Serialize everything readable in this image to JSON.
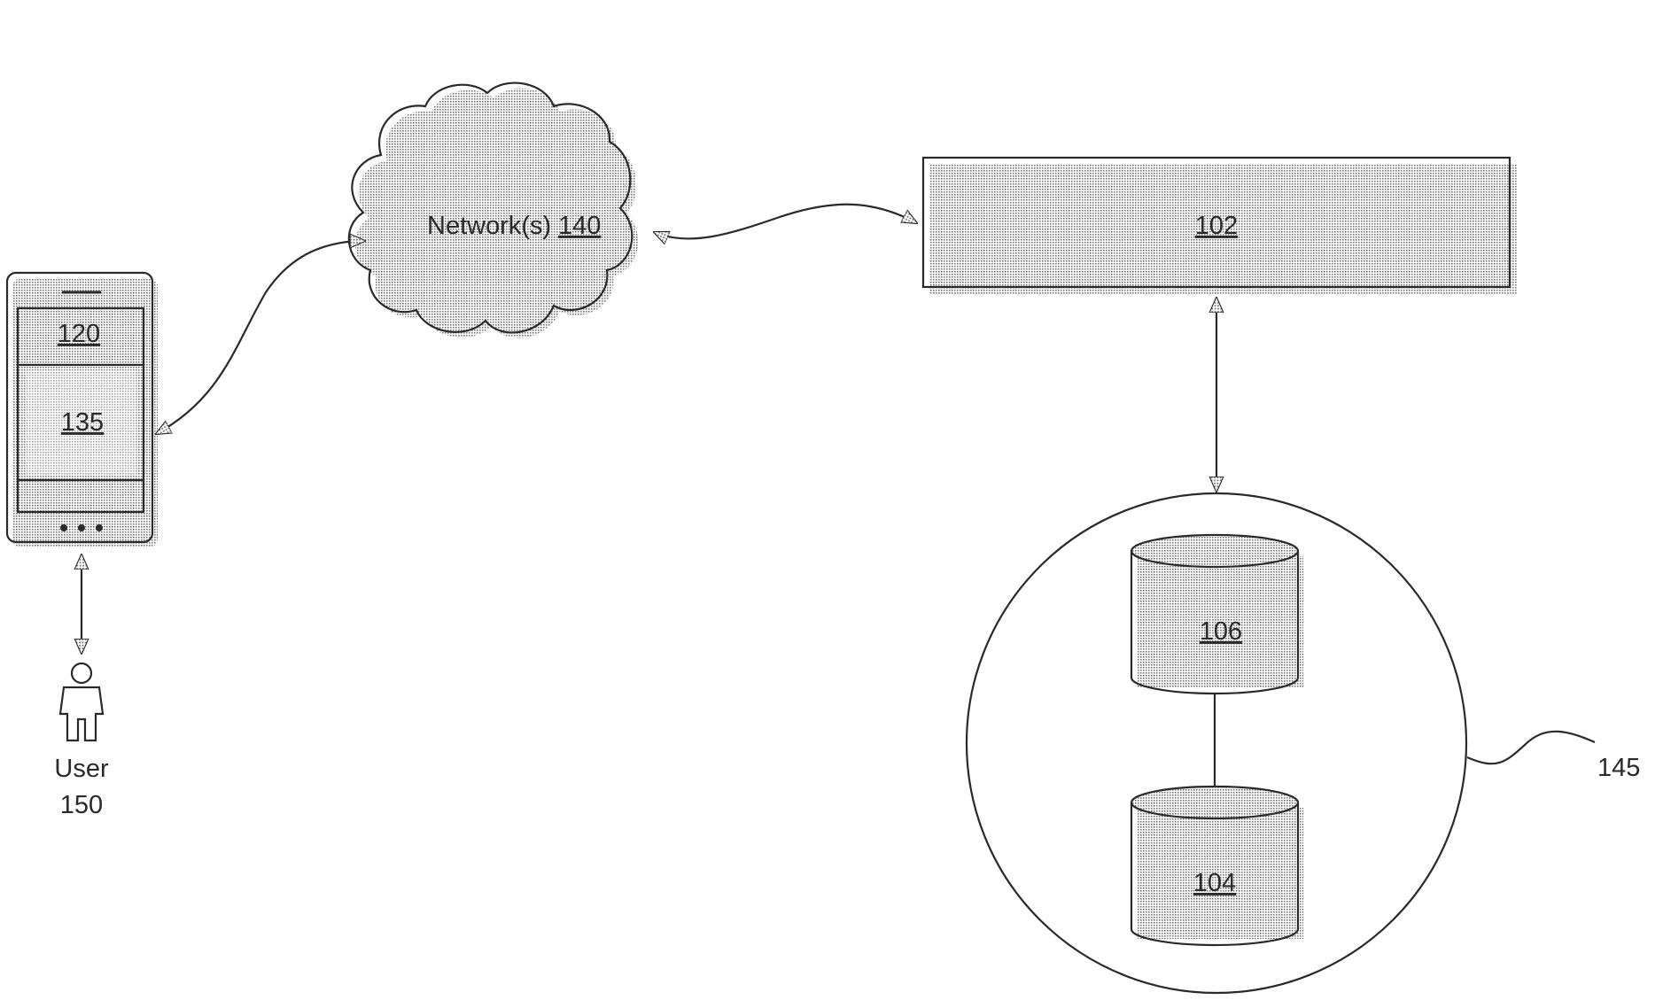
{
  "colors": {
    "stroke": "#2a2a2a",
    "shade": "#bcbcbc",
    "background": "#ffffff"
  },
  "network": {
    "label": "Network(s)",
    "ref": "140"
  },
  "server": {
    "ref": "102"
  },
  "device": {
    "screen_top_ref": "120",
    "screen_main_ref": "135"
  },
  "user": {
    "label": "User",
    "ref": "150"
  },
  "storage": {
    "ref": "145",
    "db_top_ref": "106",
    "db_bottom_ref": "104"
  }
}
